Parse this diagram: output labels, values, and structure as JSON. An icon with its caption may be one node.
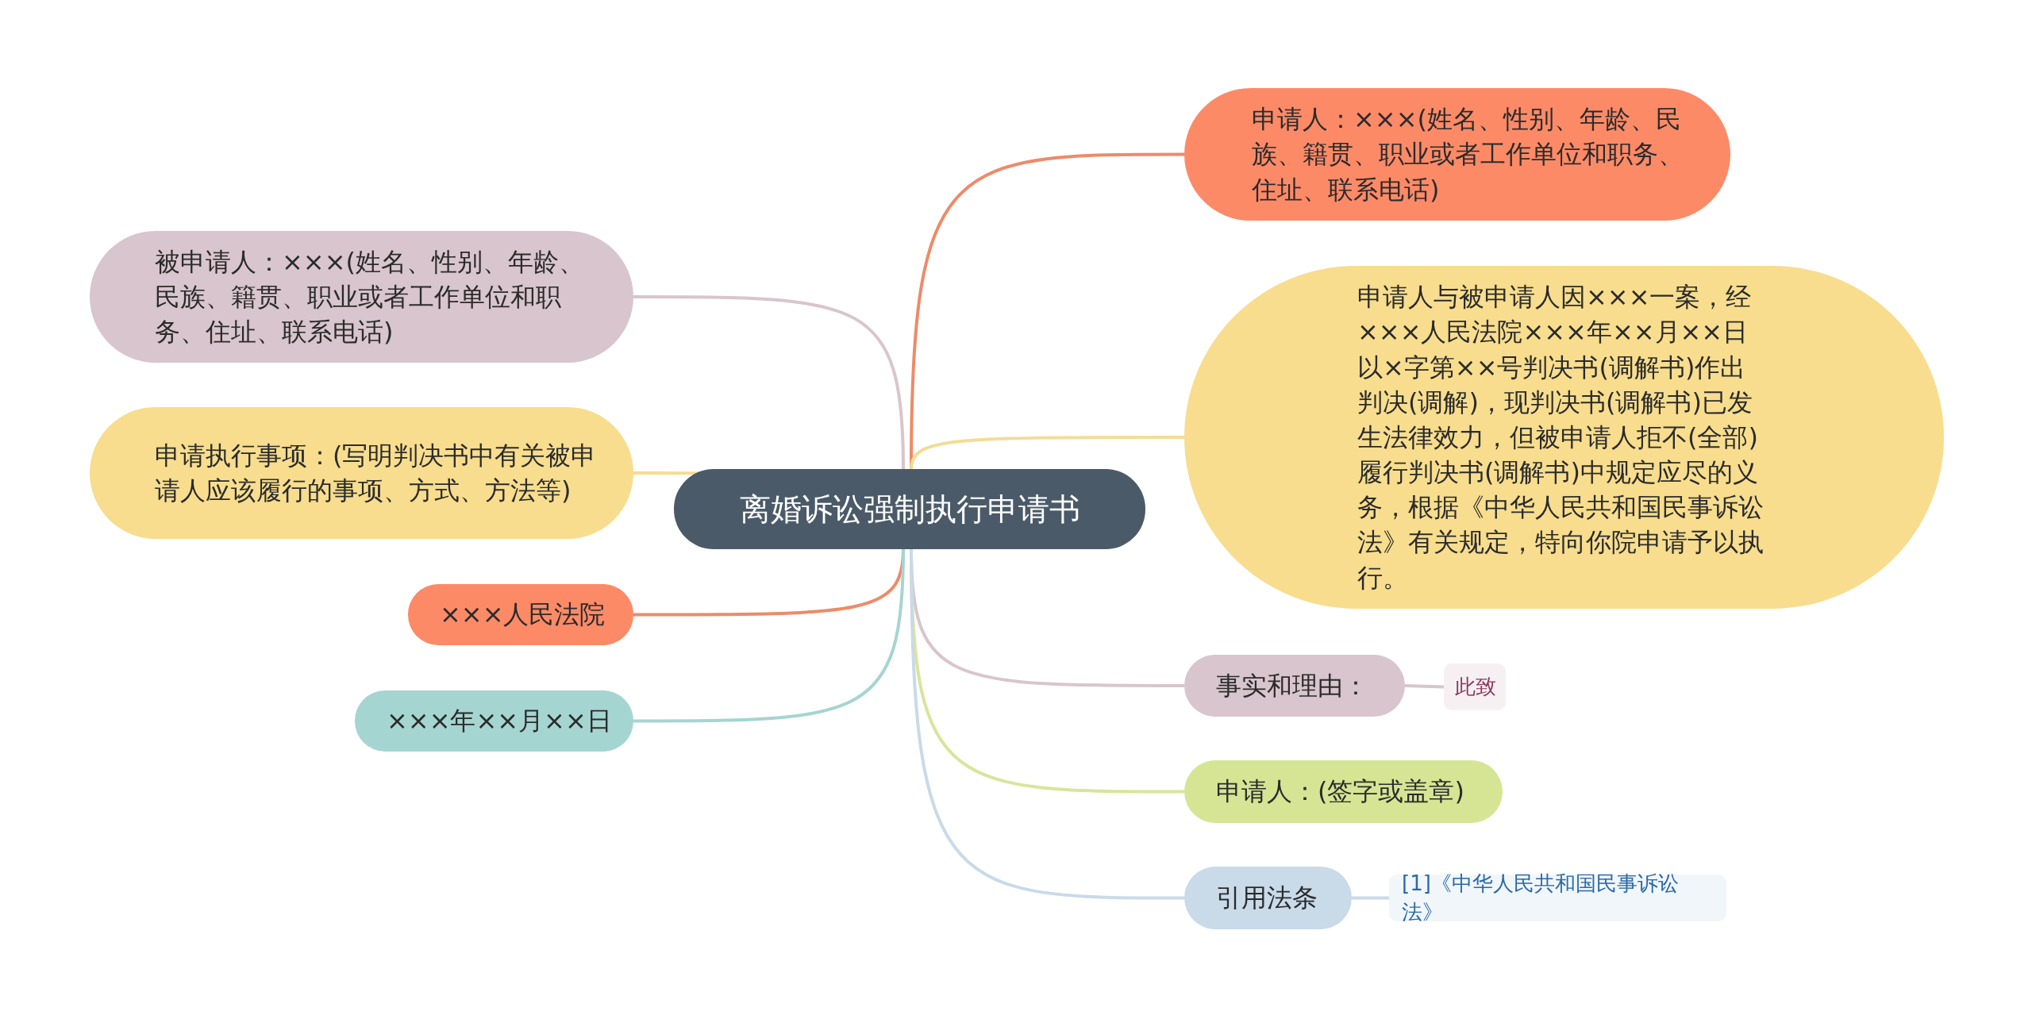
{
  "diagram": {
    "nodes": [
      {
        "text": [
          "离婚诉讼强制执行申请书"
        ]
      },
      {
        "text": [
          "申请人：×××(姓名、性别、年龄、民族、籍贯、职业或者工作单位和职务、住址、联系电话)"
        ]
      },
      {
        "text": [
          "申请人与被申请人因×××一案，经×××人民法院×××年××月××日以×字第××号判决书(调解书)作出判决(调解)，现判决书(调解书)已发生法律效力，但被申请人拒不(全部)履行判决书(调解书)中规定应尽的义务，根据《中华人民共和国民事诉讼法》有关规定，特向你院申请予以执行。"
        ]
      },
      {
        "text": [
          "事实和理由："
        ]
      },
      {
        "text": [
          "此致"
        ]
      },
      {
        "text": [
          "申请人：(签字或盖章)"
        ]
      },
      {
        "text": [
          "引用法条"
        ]
      },
      {
        "text": [
          "[1]《中华人民共和国民事诉讼法》"
        ]
      },
      {
        "text": [
          "被申请人：×××(姓名、性别、年龄、民族、籍贯、职业或者工作单位和职务、住址、联系电话)"
        ]
      },
      {
        "text": [
          "申请执行事项：(写明判决书中有关被申请人应该履行的事项、方式、方法等)"
        ]
      },
      {
        "text": [
          "×××人民法院"
        ]
      },
      {
        "text": [
          "×××年××月××日"
        ]
      }
    ],
    "edges": [
      {
        "from": 0,
        "to": 1,
        "arrow": "none",
        "color": "#ee8a68"
      },
      {
        "from": 0,
        "to": 2,
        "arrow": "none",
        "color": "#f3dc95"
      },
      {
        "from": 0,
        "to": 3,
        "arrow": "none",
        "color": "#d8c5cd"
      },
      {
        "from": 3,
        "to": 4,
        "arrow": "none",
        "color": "#d8c5cd"
      },
      {
        "from": 0,
        "to": 5,
        "arrow": "none",
        "color": "#d8e59a"
      },
      {
        "from": 0,
        "to": 6,
        "arrow": "none",
        "color": "#c9dae9"
      },
      {
        "from": 6,
        "to": 7,
        "arrow": "none",
        "color": "#c9dae9"
      },
      {
        "from": 0,
        "to": 8,
        "arrow": "none",
        "color": "#d8c5cd"
      },
      {
        "from": 0,
        "to": 9,
        "arrow": "none",
        "color": "#f3dc95"
      },
      {
        "from": 0,
        "to": 10,
        "arrow": "none",
        "color": "#ee8a68"
      },
      {
        "from": 0,
        "to": 11,
        "arrow": "none",
        "color": "#a5d5d0"
      }
    ]
  }
}
